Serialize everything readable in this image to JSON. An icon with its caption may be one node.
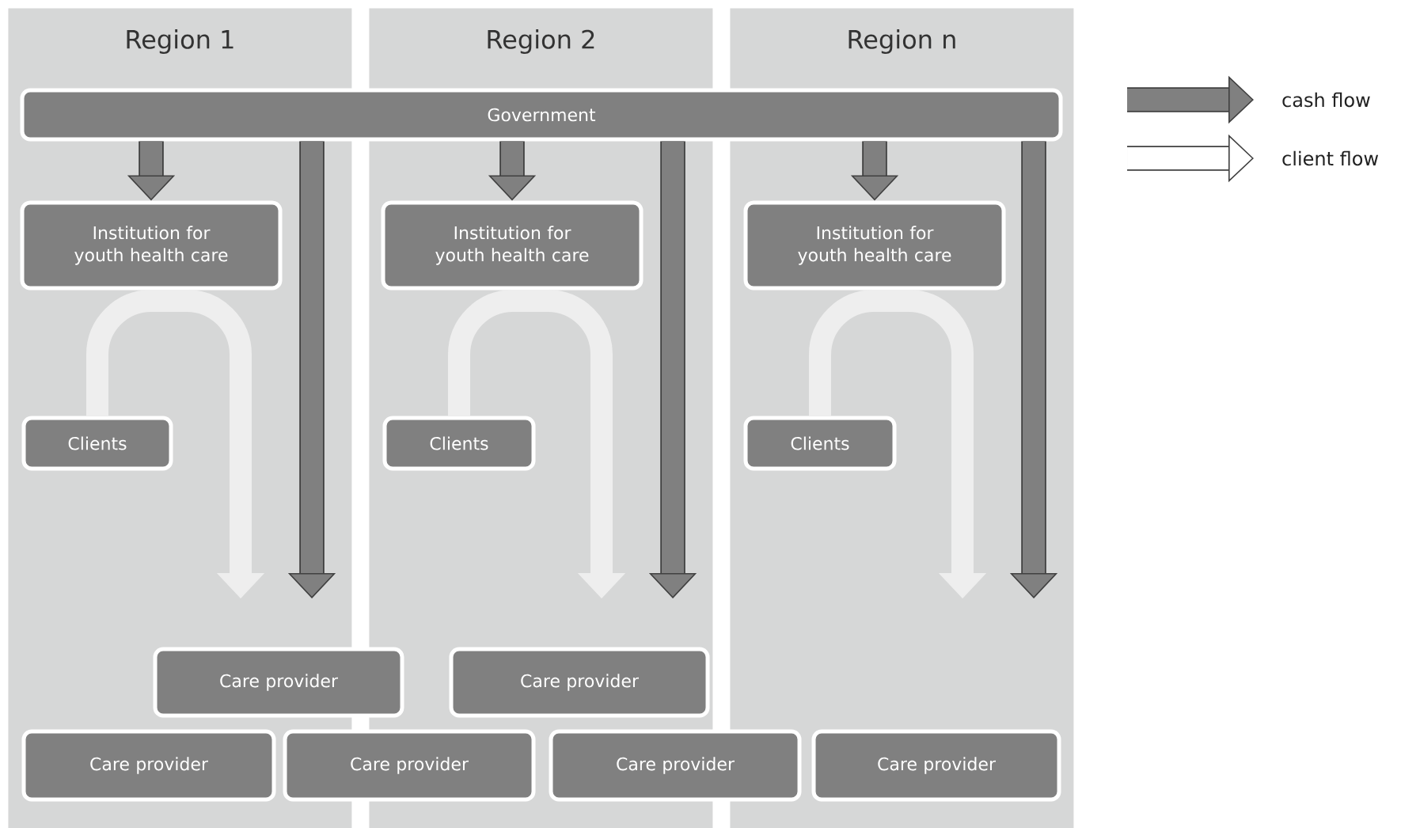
{
  "diagram": {
    "nodes": [
      {
        "text": [
          "Region 1"
        ]
      },
      {
        "text": [
          "Region 2"
        ]
      },
      {
        "text": [
          "Region n"
        ]
      },
      {
        "text": [
          "Government"
        ]
      },
      {
        "text": [
          "Institution for youth health care"
        ],
        "in": 0
      },
      {
        "text": [
          "Institution for youth health care"
        ],
        "in": 1
      },
      {
        "text": [
          "Institution for youth health care"
        ],
        "in": 2
      },
      {
        "text": [
          "Clients"
        ],
        "in": 0
      },
      {
        "text": [
          "Clients"
        ],
        "in": 1
      },
      {
        "text": [
          "Clients"
        ],
        "in": 2
      },
      {
        "text": [
          "Care provider"
        ]
      },
      {
        "text": [
          "Care provider"
        ],
        "in": 1
      },
      {
        "text": [
          "Care provider"
        ],
        "in": 0
      },
      {
        "text": [
          "Care provider"
        ]
      },
      {
        "text": [
          "Care provider"
        ]
      },
      {
        "text": [
          "Care provider"
        ],
        "in": 2
      }
    ],
    "edges": [
      {
        "from": 3,
        "to": 4,
        "arrow": "to"
      },
      {
        "from": 3,
        "to": 5,
        "arrow": "to"
      },
      {
        "from": 3,
        "to": 6,
        "arrow": "to"
      },
      {
        "from": 3,
        "to": 0,
        "arrow": "to"
      },
      {
        "from": 3,
        "to": 1,
        "arrow": "to"
      },
      {
        "from": 3,
        "to": 2,
        "arrow": "to"
      },
      {
        "from": 7,
        "to": null,
        "arrow": "to",
        "color": "#eeeeee"
      },
      {
        "from": 8,
        "to": null,
        "arrow": "to",
        "color": "#eeeeee"
      },
      {
        "from": 9,
        "to": null,
        "arrow": "to",
        "color": "#eeeeee"
      }
    ],
    "legend": [
      {
        "text": "cash flow"
      },
      {
        "text": "client flow"
      }
    ]
  }
}
